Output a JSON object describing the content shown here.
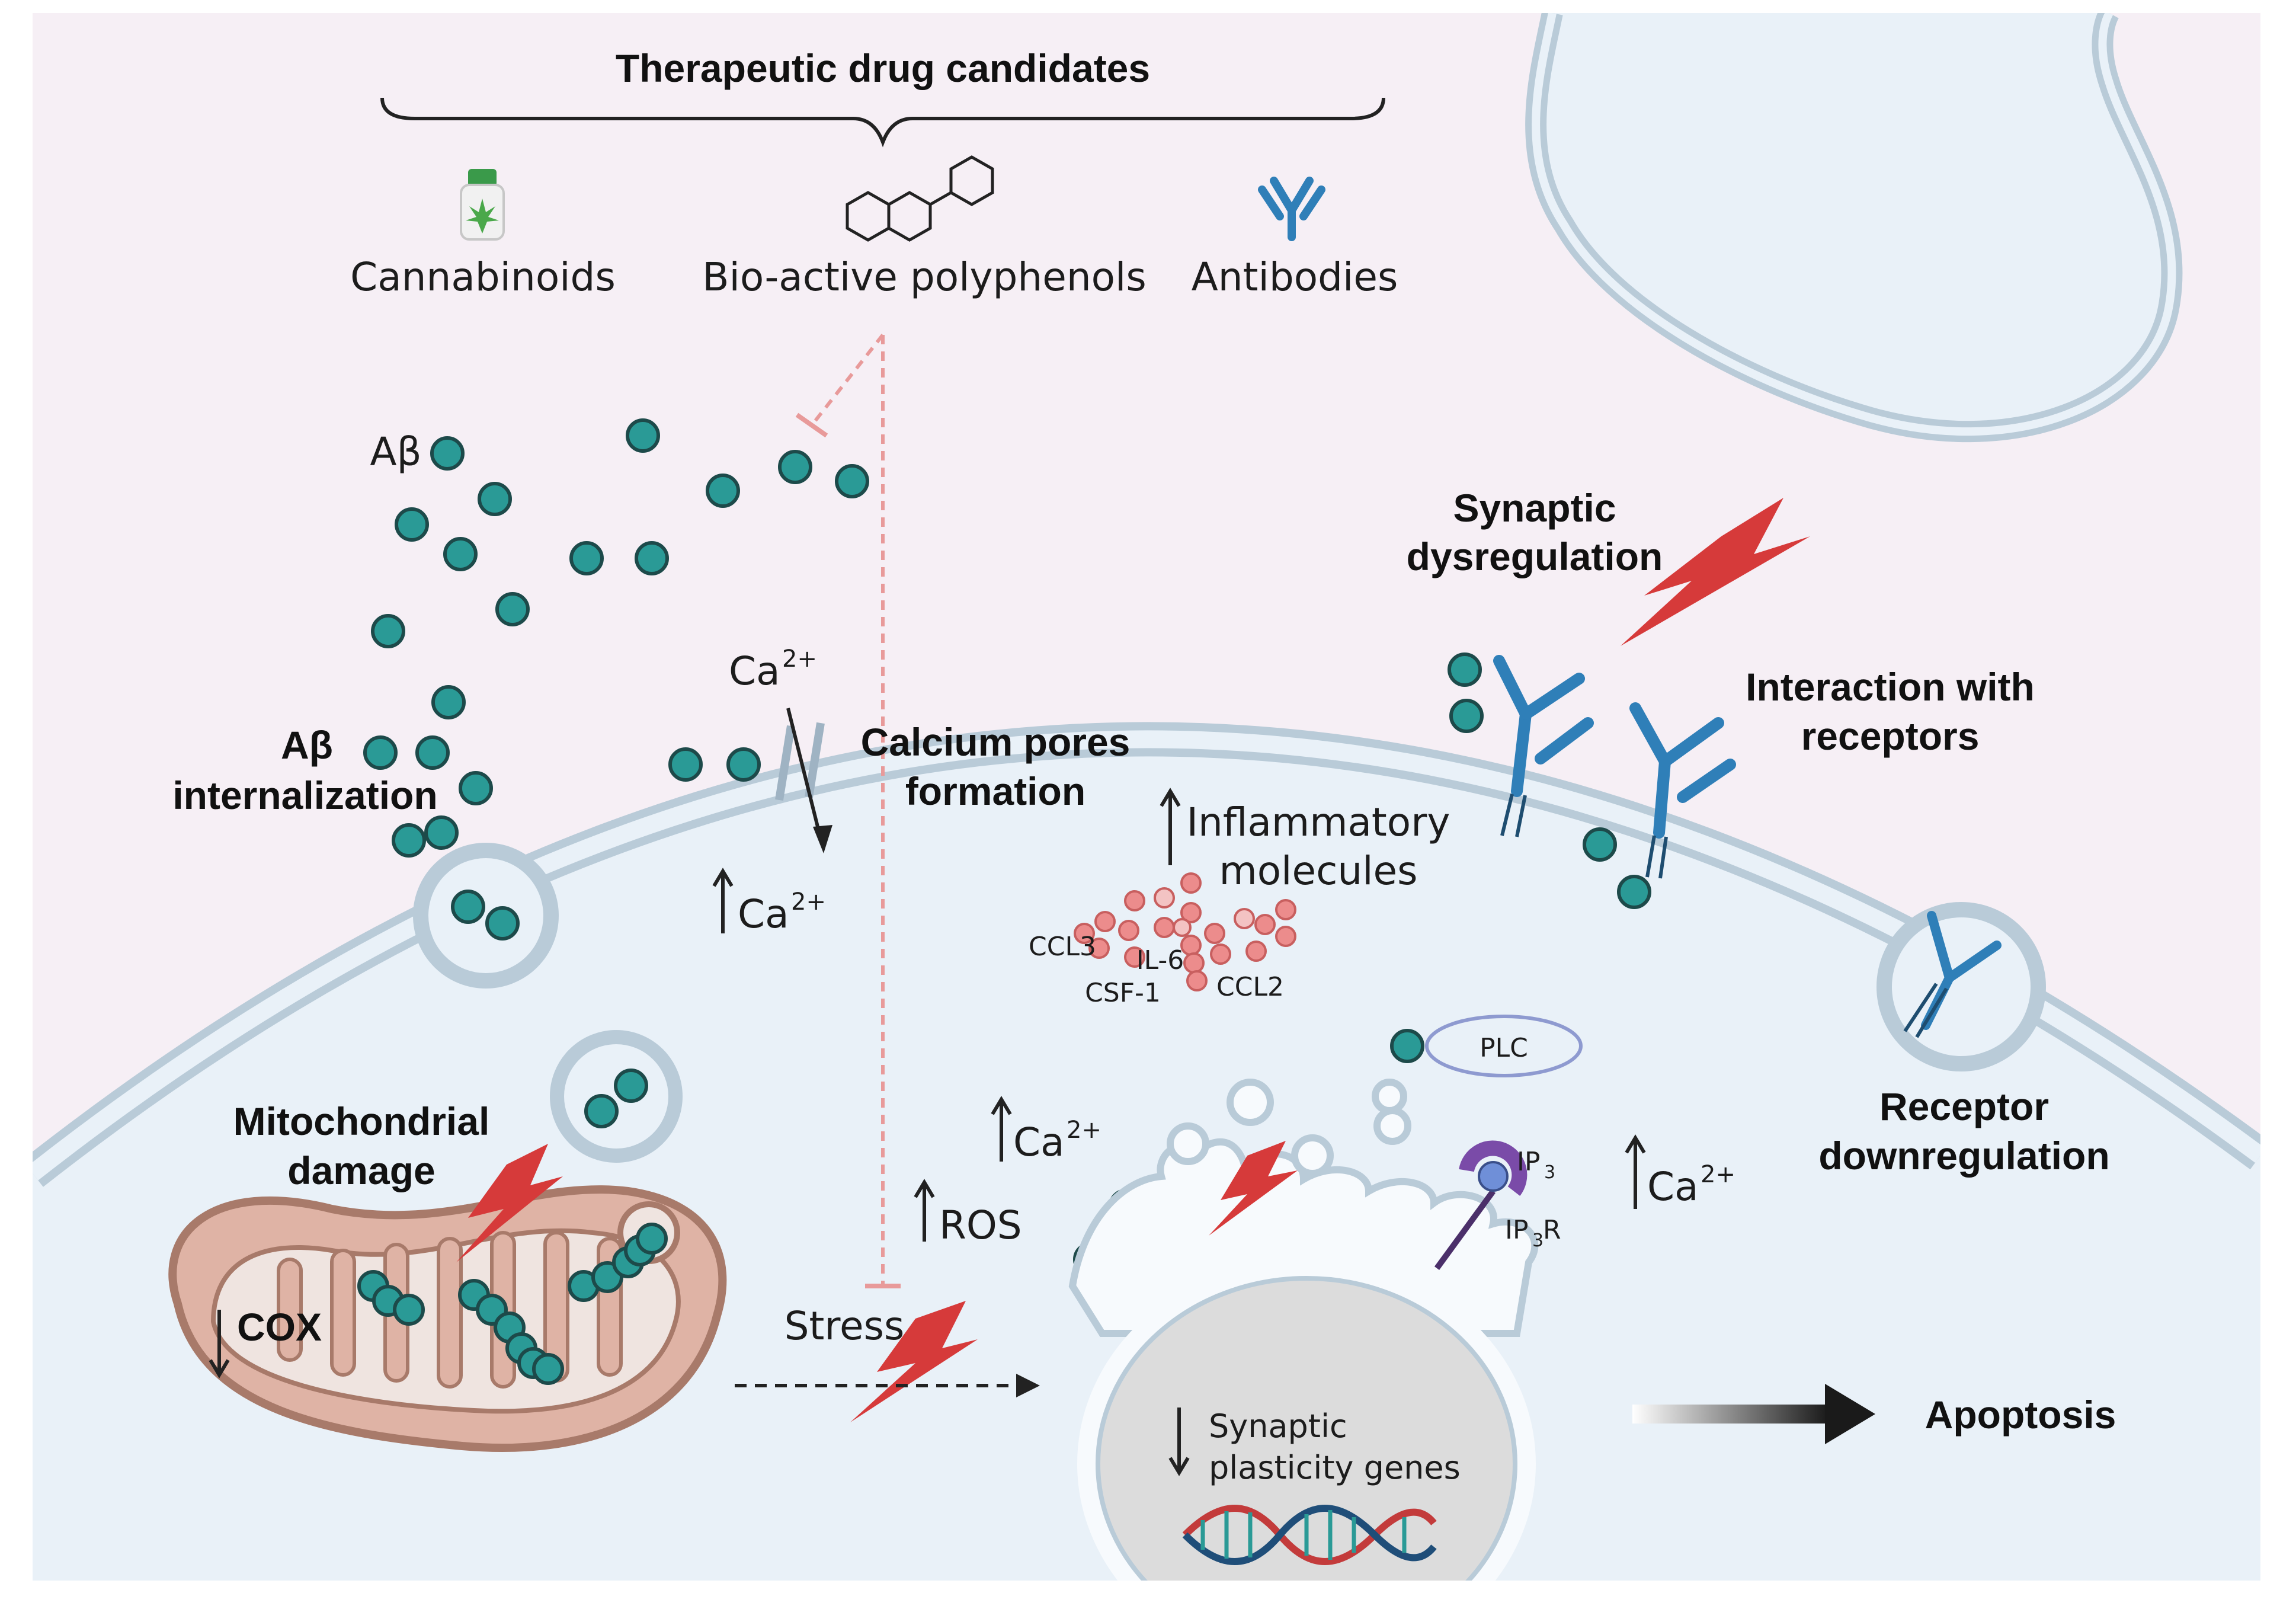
{
  "header": {
    "title": "Therapeutic drug candidates"
  },
  "drugs": [
    {
      "label": "Cannabinoids",
      "icon": "cannabis-bottle-icon"
    },
    {
      "label": "Bio-active polyphenols",
      "icon": "flavan-molecule-icon"
    },
    {
      "label": "Antibodies",
      "icon": "antibody-icon"
    }
  ],
  "labels": {
    "abeta": "Aβ",
    "abeta_internalization_l1": "Aβ",
    "abeta_internalization_l2": "internalization",
    "ca_top": "Ca",
    "charge": "2+",
    "calcium_pores_l1": "Calcium pores",
    "calcium_pores_l2": "formation",
    "synaptic_dys_l1": "Synaptic",
    "synaptic_dys_l2": "dysregulation",
    "interaction_l1": "Interaction with",
    "interaction_l2": "receptors",
    "inflammatory_l1": "Inflammatory",
    "inflammatory_l2": "molecules",
    "ccl3": "CCL3",
    "il6": "IL-6",
    "csf1": "CSF-1",
    "ccl2": "CCL2",
    "up_ca": "Ca",
    "plc": "PLC",
    "ip3": "IP",
    "ip3r": "IP",
    "ip3r_suffix": "R",
    "sub3": "3",
    "receptor_down_l1": "Receptor",
    "receptor_down_l2": "downregulation",
    "mito_l1": "Mitochondrial",
    "mito_l2": "damage",
    "cox": "COX",
    "ros": "ROS",
    "stress": "Stress",
    "synaptic_genes_l1": "Synaptic",
    "synaptic_genes_l2": "plasticity genes",
    "apoptosis": "Apoptosis"
  },
  "colors": {
    "background_top": "#f6eff5",
    "cytoplasm": "#e9f1f8",
    "membrane": "#b9cbd8",
    "abeta_particle": "#2a9a96",
    "bolt": "#d63a3a",
    "mitochondria": "#dfb3a5",
    "nucleus": "#dcdcdc",
    "cytokine": "#ec8c8c",
    "antibody": "#2f7fb8",
    "inhibition_line": "#e89a9a"
  }
}
